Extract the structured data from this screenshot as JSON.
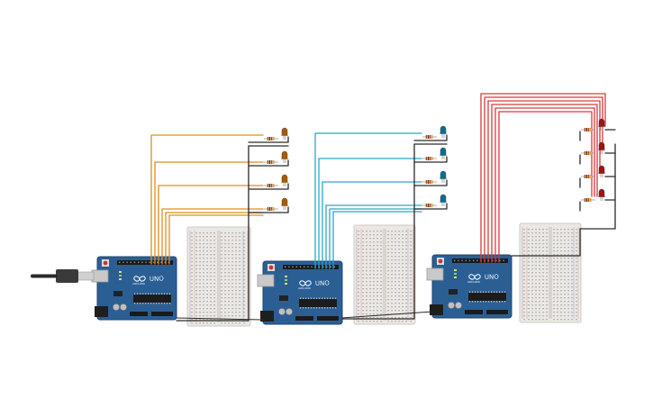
{
  "colors": {
    "background": "#ffffff",
    "board": "#2b5f94",
    "board_edge": "#1d4470",
    "header": "#1a1a1a",
    "chip": "#1c1c1c",
    "breadboard": "#ebe8e4",
    "breadboard_hole": "#9b9b9b",
    "resistor": "#d9b483",
    "ground_wire": "#2a2a2a",
    "usb_plug": "#3a3a3a"
  },
  "boards": [
    {
      "id": "arduino-1",
      "model": "UNO",
      "brand": "ARDUINO",
      "led_color": "#a85a08",
      "wire_color": "#e08c1e",
      "usb_cable": true
    },
    {
      "id": "arduino-2",
      "model": "UNO",
      "brand": "ARDUINO",
      "led_color": "#0e6e8a",
      "wire_color": "#2aa6c8",
      "usb_cable": false
    },
    {
      "id": "arduino-3",
      "model": "UNO",
      "brand": "ARDUINO",
      "led_color": "#9a1515",
      "wire_color": "#d63a3a",
      "usb_cable": false
    }
  ]
}
